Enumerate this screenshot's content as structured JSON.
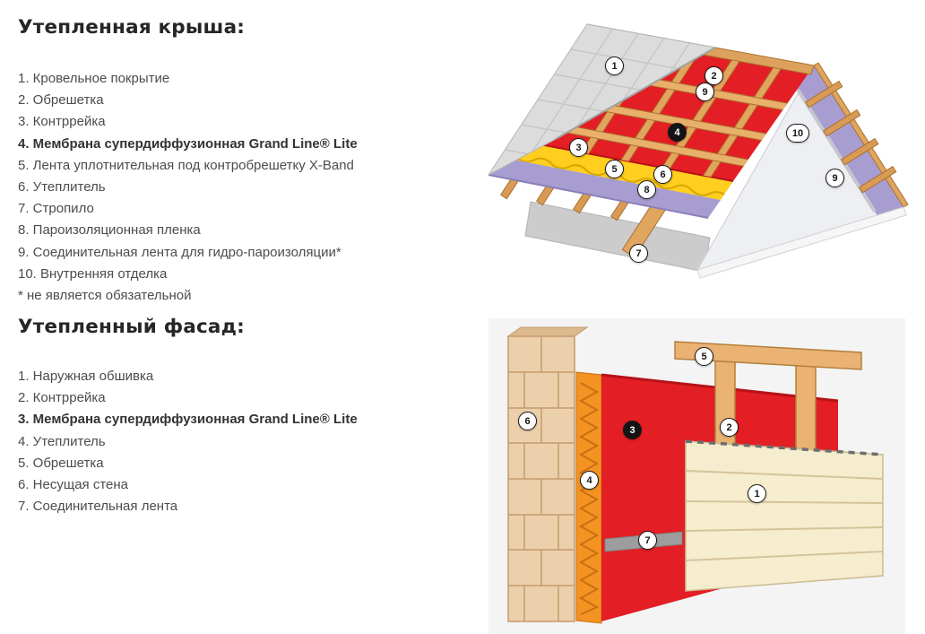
{
  "roof_section": {
    "title": "Утепленная крыша:",
    "items": [
      "1. Кровельное покрытие",
      "2. Обрешетка",
      "3. Контррейка",
      "4. Мембрана супердиффузионная Grand Line® Lite",
      "5. Лента уплотнительная под контробрешетку X-Band",
      "6. Утеплитель",
      "7. Стропило",
      "8. Пароизоляционная пленка",
      "9. Соединительная лента для гидро-пароизоляции*",
      "10. Внутренняя отделка"
    ],
    "footnote": "* не является обязательной",
    "bold_item_index": 3
  },
  "facade_section": {
    "title": "Утепленный фасад:",
    "items": [
      "1. Наружная обшивка",
      "2. Контррейка",
      "3. Мембрана супердиффузионная Grand Line® Lite",
      "4. Утеплитель",
      "5. Обрешетка",
      "6. Несущая стена",
      "7. Соединительная лента"
    ],
    "bold_item_index": 2
  },
  "roof_diagram": {
    "callouts": [
      {
        "label": "1"
      },
      {
        "label": "2"
      },
      {
        "label": "9"
      },
      {
        "label": "4"
      },
      {
        "label": "3"
      },
      {
        "label": "5"
      },
      {
        "label": "6"
      },
      {
        "label": "8"
      },
      {
        "label": "10"
      },
      {
        "label": "9"
      },
      {
        "label": "7"
      }
    ]
  },
  "facade_diagram": {
    "callouts": [
      {
        "label": "5"
      },
      {
        "label": "6"
      },
      {
        "label": "3"
      },
      {
        "label": "2"
      },
      {
        "label": "4"
      },
      {
        "label": "1"
      },
      {
        "label": "7"
      }
    ]
  },
  "colors": {
    "membrane_red": "#e31e24",
    "wood_tan": "#e0a55f",
    "insulation_yellow": "#ffce1f",
    "vapor_purple": "#a79dd0",
    "tile_gray": "#dcdcdc",
    "facade_insulation_orange": "#f49322",
    "siding_cream": "#f6ecce",
    "block_tan": "#ecd0ab"
  }
}
